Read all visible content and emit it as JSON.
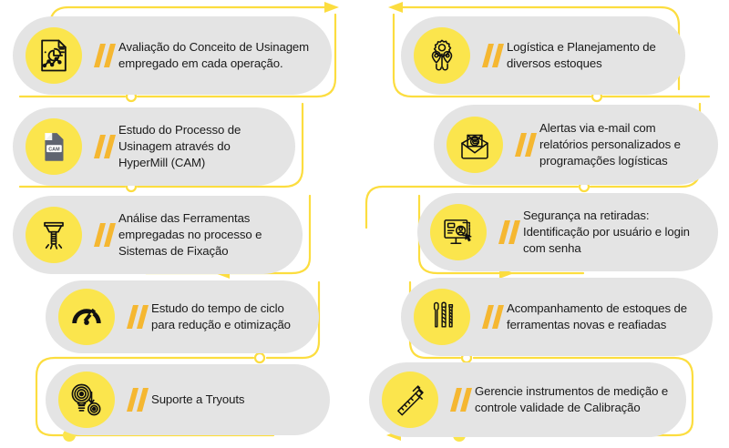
{
  "palette": {
    "pill_bg": "#e4e4e4",
    "accent_yellow": "#fbe54d",
    "line_yellow": "#fcdd3f",
    "slash_orange": "#f5b731",
    "text": "#1a1a1a",
    "icon_grey": "#5f6470",
    "page_bg": "#ffffff"
  },
  "left_column": [
    {
      "icon": "report-document-chart-icon",
      "text": "Avaliação do Conceito de Usinagem empregado em cada operação."
    },
    {
      "icon": "cam-file-icon",
      "text": "Estudo do Processo de Usinagem através do HyperMill (CAM)"
    },
    {
      "icon": "milling-tool-icon",
      "text": "Análise das Ferramentas empregadas no processo e Sistemas de Fixação"
    },
    {
      "icon": "gauge-speedometer-icon",
      "text": "Estudo do tempo de ciclo para redução e otimização"
    },
    {
      "icon": "target-tryout-icon",
      "text": "Suporte a Tryouts"
    }
  ],
  "right_column": [
    {
      "icon": "logistics-gear-pins-icon",
      "text": "Logística e Planejamento de diversos estoques"
    },
    {
      "icon": "email-alert-icon",
      "text": "Alertas via e-mail com relatórios personalizados e programações logísticas"
    },
    {
      "icon": "secure-login-monitor-icon",
      "text": "Segurança na retiradas: Identificação por usuário e login com senha"
    },
    {
      "icon": "drill-bits-icon",
      "text": "Acompanhamento de estoques de ferramentas novas e reafiadas"
    },
    {
      "icon": "caliper-measure-icon",
      "text": "Gerencie instrumentos de medição e controle validade de Calibração"
    }
  ],
  "flow": {
    "arrow_top_left": "arrow-right-icon",
    "arrow_top_right": "arrow-left-icon",
    "arrow_mid_left": "arrow-left-icon",
    "arrow_mid_right": "arrow-right-icon",
    "arrow_bottom": "arrow-left-icon",
    "node_markers": [
      "ring-node",
      "ring-node",
      "ring-node",
      "ring-node",
      "filled-node"
    ]
  }
}
